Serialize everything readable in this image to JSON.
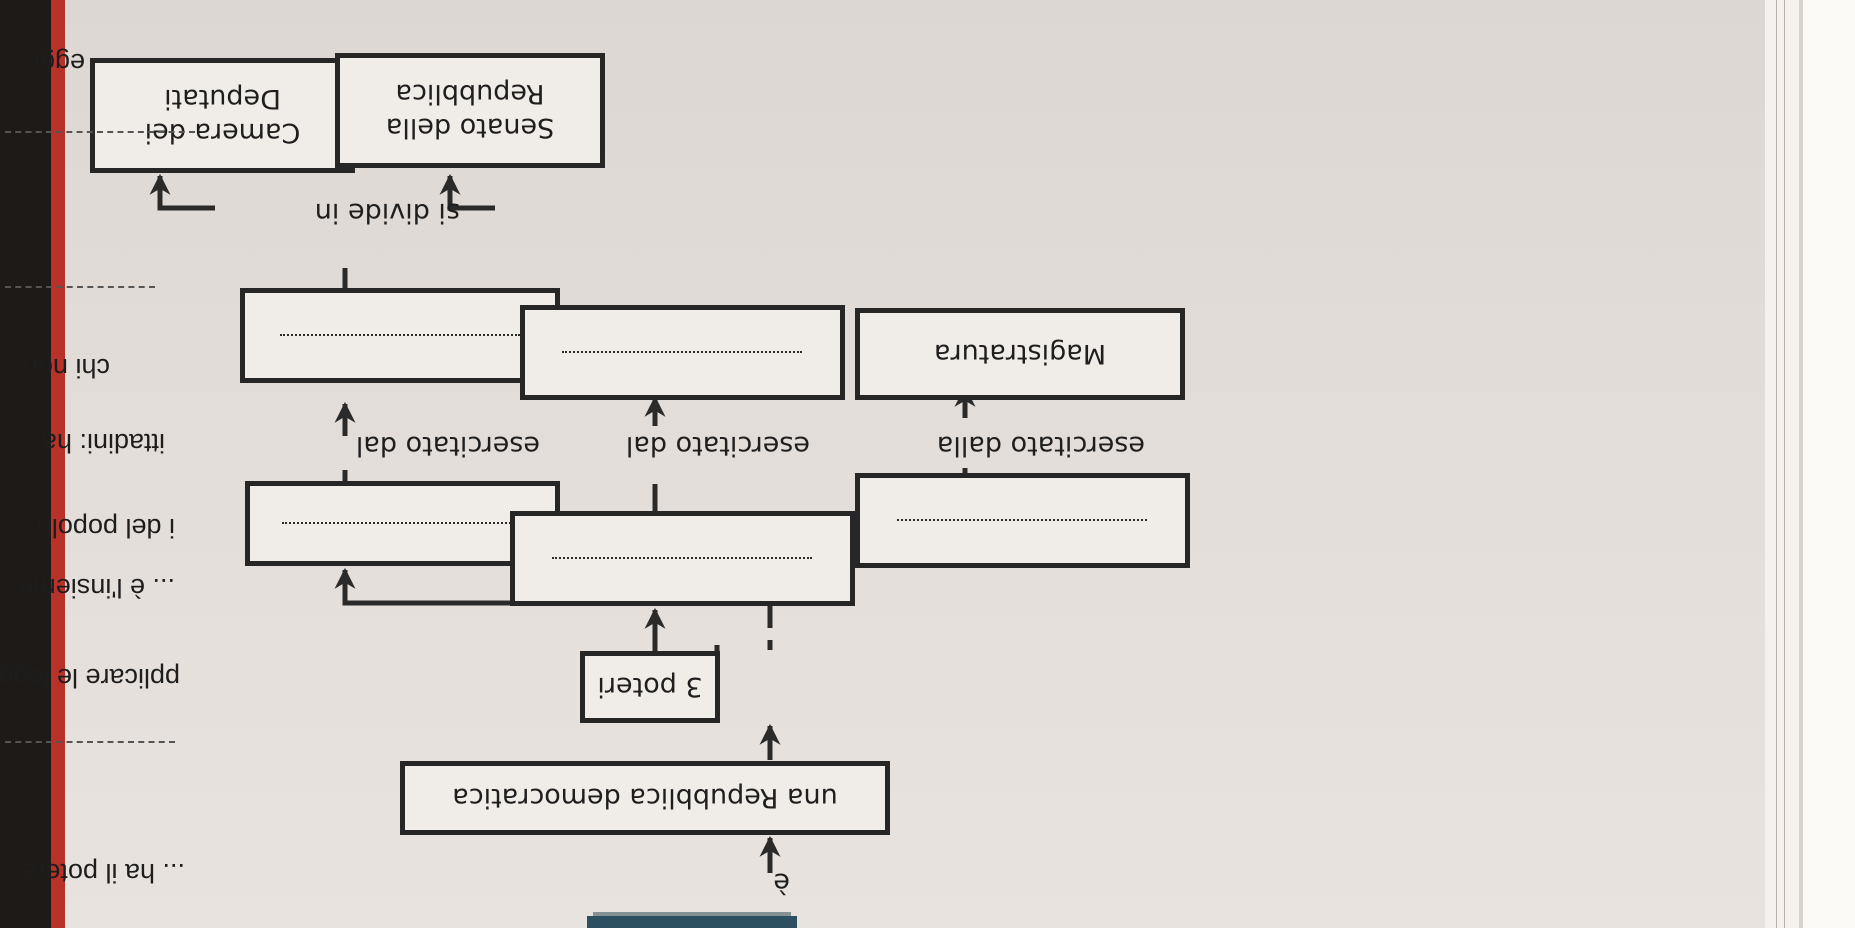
{
  "diagram": {
    "arrow_label_e": "è",
    "republic_box": "una Repubblica democratica",
    "poteri_box": "3 poteri",
    "exercised_by_1": "esercitato dal",
    "exercised_by_2": "esercitato dal",
    "exercised_by_3": "esercitato dalla",
    "magistratura_box": "Magistratura",
    "divides_into": "si divide in",
    "camera_box": "Camera dei Deputati",
    "senato_box": "Senato della Repubblica"
  },
  "side_text": {
    "line_1": "... ha il potere",
    "line_2": "pplicare le leggi",
    "line_3": "... è l'insieme",
    "line_4": "i del popolo",
    "line_5": "ittadini: ha",
    "line_6": "chi non",
    "line_7": "eggi."
  },
  "colors": {
    "paper": "#e6e0dc",
    "ink": "#262626",
    "tab": "#2d5060",
    "edge_red": "#b8322a"
  }
}
